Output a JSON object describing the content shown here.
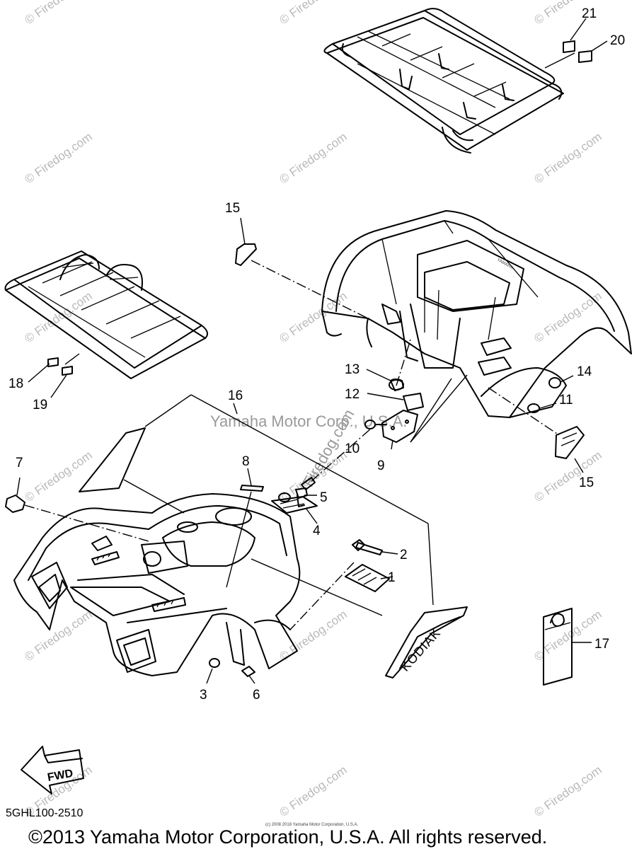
{
  "callouts": {
    "c1": "1",
    "c2": "2",
    "c3": "3",
    "c4": "4",
    "c5": "5",
    "c6": "6",
    "c7": "7",
    "c8": "8",
    "c9": "9",
    "c10": "10",
    "c11": "11",
    "c12": "12",
    "c13": "13",
    "c14": "14",
    "c15a": "15",
    "c15b": "15",
    "c16": "16",
    "c17": "17",
    "c18": "18",
    "c19": "19",
    "c20": "20",
    "c21": "21"
  },
  "decal_text": "KODIAK",
  "watermarks": {
    "site": "© Firedog.com",
    "center": "Yamaha Motor Corp., U.S.A.",
    "center_mid": "Firedog.com"
  },
  "fwd_label": "FWD",
  "catalog_code": "5GHL100-2510",
  "tiny_copyright": "(c) 2008 2018 Yamaha Motor Corporation, U.S.A.",
  "copyright": "©2013 Yamaha Motor Corporation, U.S.A. All rights reserved."
}
